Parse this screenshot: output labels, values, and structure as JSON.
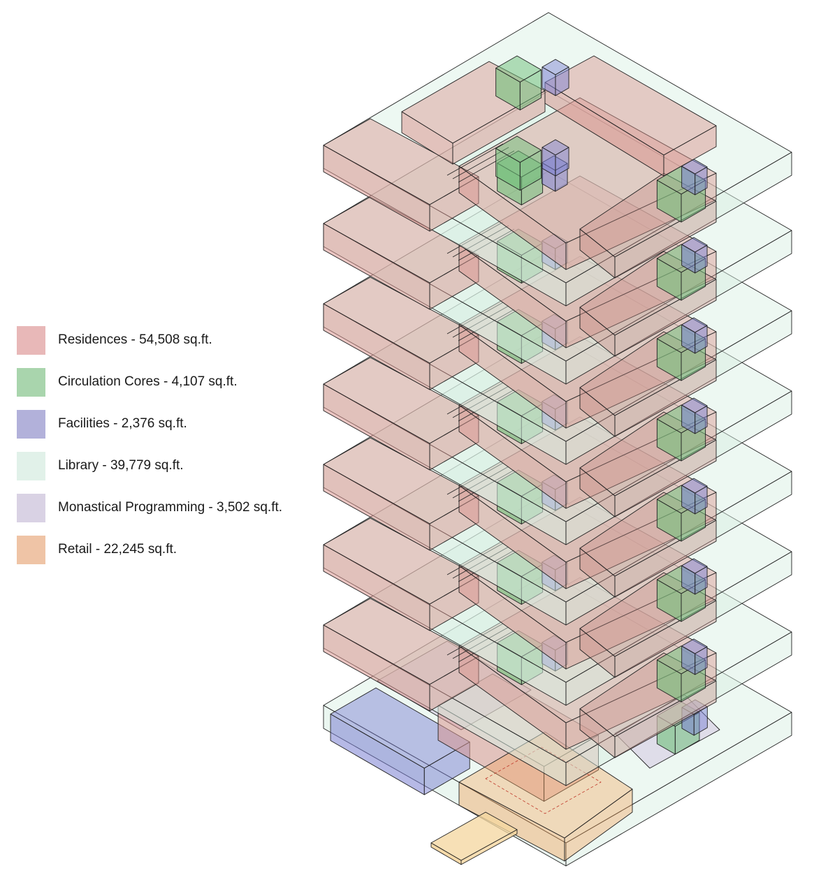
{
  "legend": {
    "items": [
      {
        "label": "Residences - 54,508 sq.ft.",
        "color": "#e8b8b8",
        "key": "residences"
      },
      {
        "label": "Circulation Cores - 4,107 sq.ft.",
        "color": "#a9d5ad",
        "key": "circulation"
      },
      {
        "label": "Facilities - 2,376 sq.ft.",
        "color": "#b2b1da",
        "key": "facilities"
      },
      {
        "label": "Library - 39,779 sq.ft.",
        "color": "#e1f1e9",
        "key": "library"
      },
      {
        "label": "Monastical Programming - 3,502 sq.ft.",
        "color": "#d9d2e4",
        "key": "monastic"
      },
      {
        "label": "Retail - 22,245 sq.ft.",
        "color": "#efc4a6",
        "key": "retail"
      }
    ]
  },
  "palette": {
    "residence_fill": "#d9958f",
    "residence_top": "#c9908a",
    "core": "#6fbf7a",
    "facility": "#7a7fd2",
    "library": "#d8efe3",
    "monastic": "#d6cce3",
    "retail": "#f2a761",
    "retail_ramp": "#f5d6a0",
    "stroke": "#222222"
  }
}
